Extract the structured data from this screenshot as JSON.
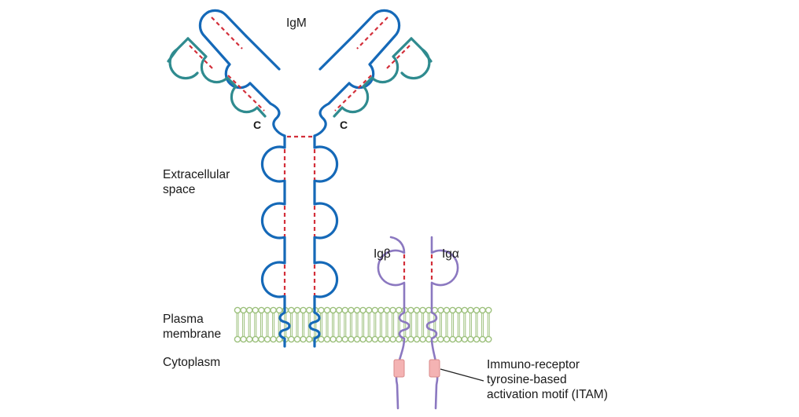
{
  "labels": {
    "igm": "IgM",
    "c_left": "C",
    "c_right": "C",
    "extracellular_line1": "Extracellular",
    "extracellular_line2": "space",
    "ig_beta": "Igβ",
    "ig_alpha": "Igα",
    "plasma_line1": "Plasma",
    "plasma_line2": "membrane",
    "cytoplasm": "Cytoplasm",
    "itam_line1": "Immuno-receptor",
    "itam_line2": "tyrosine-based",
    "itam_line3": "activation motif (ITAM)"
  },
  "colors": {
    "heavy_chain": "#1569b8",
    "light_chain": "#2f8b8f",
    "signaling_chain": "#8b78c0",
    "disulfide": "#d32f3a",
    "membrane_lipid": "#9cc07c",
    "itam": "#f4b3b3"
  }
}
